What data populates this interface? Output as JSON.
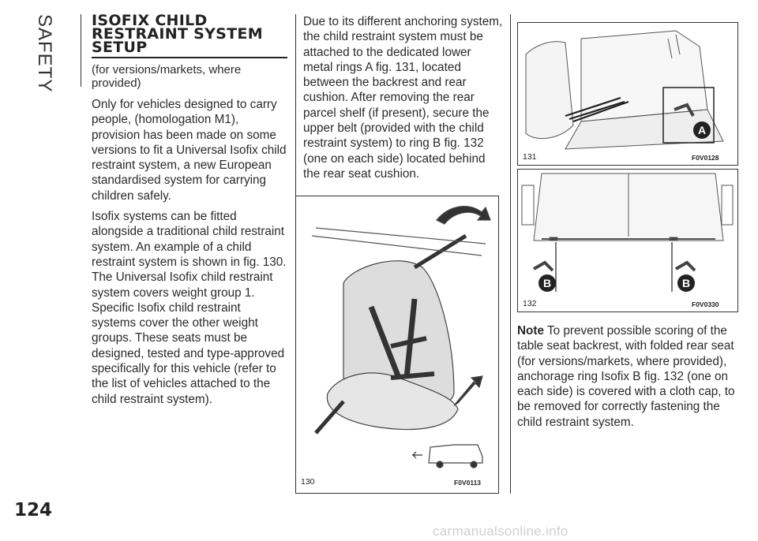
{
  "sidebar": {
    "section": "SAFETY"
  },
  "page_number": "124",
  "watermark": "carmanualsonline.info",
  "column1": {
    "heading": "ISOFIX CHILD RESTRAINT SYSTEM SETUP",
    "note": "(for versions/markets, where provided)",
    "para1": "Only for vehicles designed to carry people, (homologation M1), provision has been made on some versions to fit a Universal Isofix child restraint system, a new European standardised system for carrying children safely.",
    "para2": "Isofix systems can be fitted alongside a traditional child restraint system. An example of a child restraint system is shown in fig. 130. The Universal Isofix child restraint system covers weight group 1. Specific Isofix child restraint systems cover the other weight groups. These seats must be designed, tested and type-approved specifically for this vehicle (refer to the list of vehicles attached to the child restraint system)."
  },
  "column2": {
    "para1": "Due to its different anchoring system, the child restraint system must be attached to the dedicated lower metal rings A fig. 131, located between the backrest and rear cushion. After removing the rear parcel shelf (if present), secure the upper belt (provided with the child restraint system) to ring B fig. 132 (one on each side) located behind the rear seat cushion."
  },
  "column3": {
    "note_label": "Note",
    "note_text": "To prevent possible scoring of the table seat backrest, with folded rear seat (for versions/markets, where provided), anchorage ring Isofix B fig. 132 (one on each side) is covered with a cloth cap, to be removed for correctly fastening the child restraint system."
  },
  "figures": {
    "fig130": {
      "number": "130",
      "code": "F0V0113"
    },
    "fig131": {
      "number": "131",
      "code": "F0V0128",
      "label": "A"
    },
    "fig132": {
      "number": "132",
      "code": "F0V0330",
      "label_left": "B",
      "label_right": "B"
    }
  }
}
